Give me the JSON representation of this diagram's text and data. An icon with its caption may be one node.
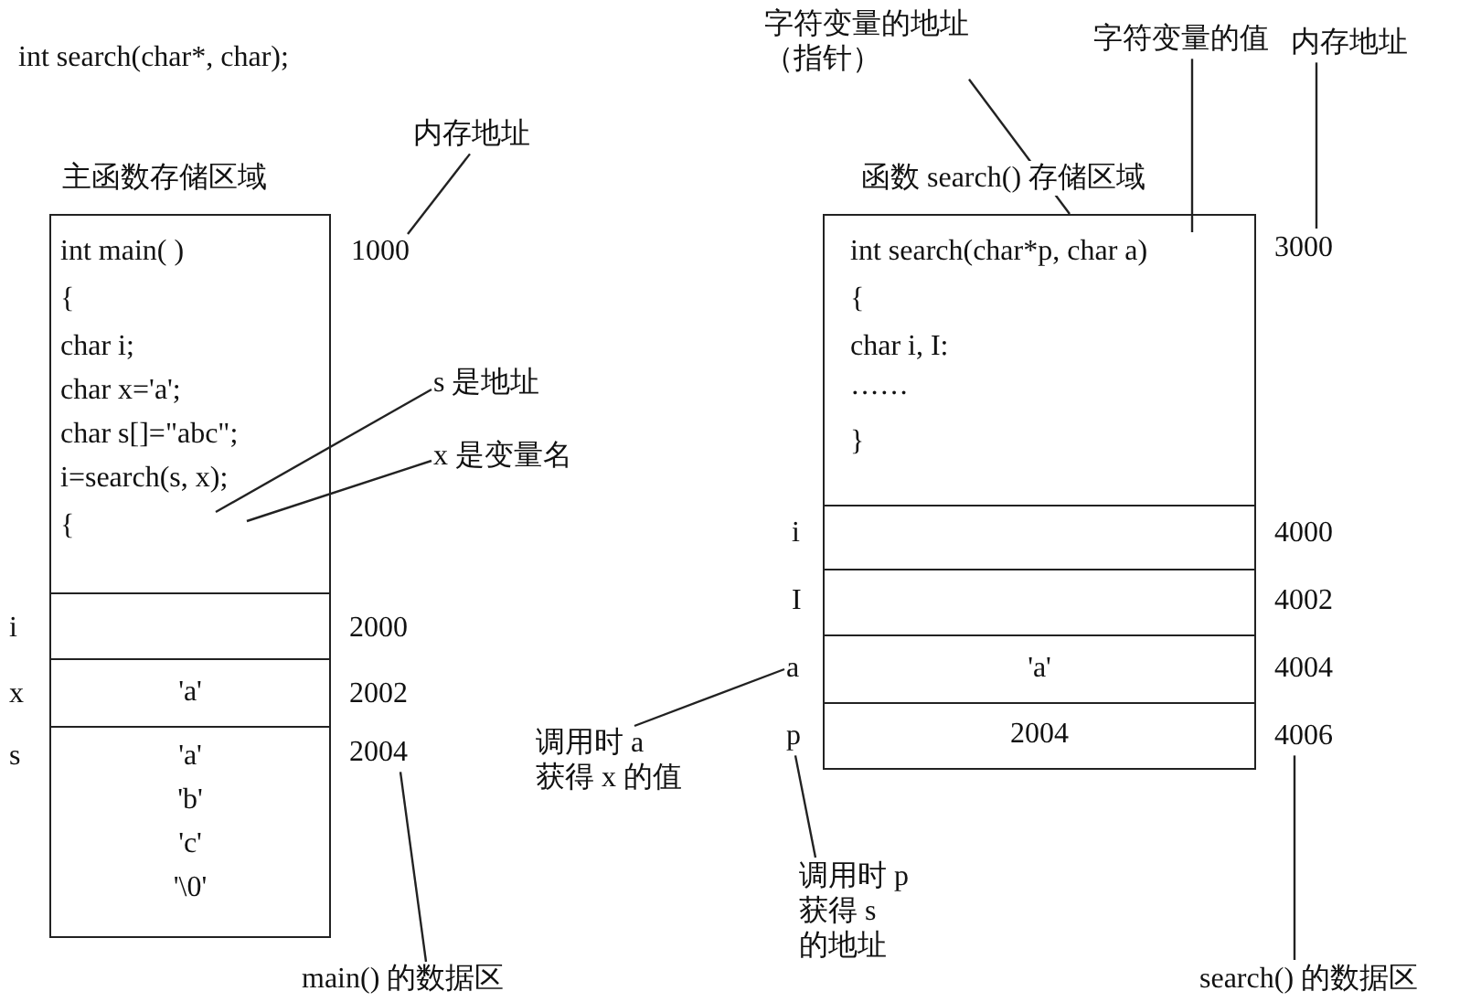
{
  "diagram": {
    "nodes": [
      {
        "text": [
          "主函数存储区域",
          "int main( )",
          "{",
          "char i;",
          "char x='a';",
          "char s[]=\"abc\";",
          "i=search(s, x);",
          "{"
        ]
      },
      {
        "text": [],
        "shape": "box",
        "beside": [
          "i",
          "2000"
        ]
      },
      {
        "text": [
          "'a'"
        ],
        "beside": [
          "x",
          "2002"
        ]
      },
      {
        "text": [
          "'a'",
          "'b'",
          "'c'",
          "'\\0'"
        ],
        "beside": [
          "s"
        ]
      },
      {
        "text": [
          "内存地址"
        ]
      },
      {
        "text": [
          "1000"
        ]
      },
      {
        "text": [
          "s 是地址"
        ]
      },
      {
        "text": [
          "x 是变量名"
        ]
      },
      {
        "text": [
          "2004"
        ]
      },
      {
        "text": [
          "main() 的数据区"
        ]
      },
      {
        "text": [
          "函数 search() 存储区域",
          "int search(char*p, char a)",
          "{",
          "char i, I:",
          "······",
          "}"
        ]
      },
      {
        "text": [],
        "shape": "box",
        "beside": [
          "i",
          "4000"
        ]
      },
      {
        "text": [],
        "shape": "box",
        "beside": [
          "I",
          "4002"
        ]
      },
      {
        "text": [
          "'a'"
        ],
        "beside": [
          "4004"
        ]
      },
      {
        "text": [
          "2004"
        ]
      },
      {
        "text": [
          "字符变量的地址（指针）"
        ]
      },
      {
        "text": [
          "字符变量的值"
        ]
      },
      {
        "text": [
          "内存地址"
        ]
      },
      {
        "text": [
          "3000"
        ]
      },
      {
        "text": [
          "a"
        ]
      },
      {
        "text": [
          "调用时 a 获得 x 的值"
        ]
      },
      {
        "text": [
          "p"
        ]
      },
      {
        "text": [
          "调用时 p 获得 s 的地址"
        ]
      },
      {
        "text": [
          "4006"
        ]
      },
      {
        "text": [
          "search() 的数据区"
        ]
      }
    ],
    "edges": [
      {
        "from": 4,
        "to": 5,
        "arrow": "none"
      },
      {
        "from": 6,
        "to": 0,
        "arrow": "none"
      },
      {
        "from": 7,
        "to": 0,
        "arrow": "none"
      },
      {
        "from": 8,
        "to": 9,
        "arrow": "none"
      },
      {
        "from": 15,
        "to": 10,
        "arrow": "none"
      },
      {
        "from": 16,
        "to": 10,
        "arrow": "none"
      },
      {
        "from": 17,
        "to": 18,
        "arrow": "none"
      },
      {
        "from": 20,
        "to": 19,
        "arrow": "none"
      },
      {
        "from": 21,
        "to": 22,
        "arrow": "none"
      },
      {
        "from": 23,
        "to": 24,
        "arrow": "none"
      }
    ],
    "labels": [
      "int search(char*, char);"
    ]
  }
}
